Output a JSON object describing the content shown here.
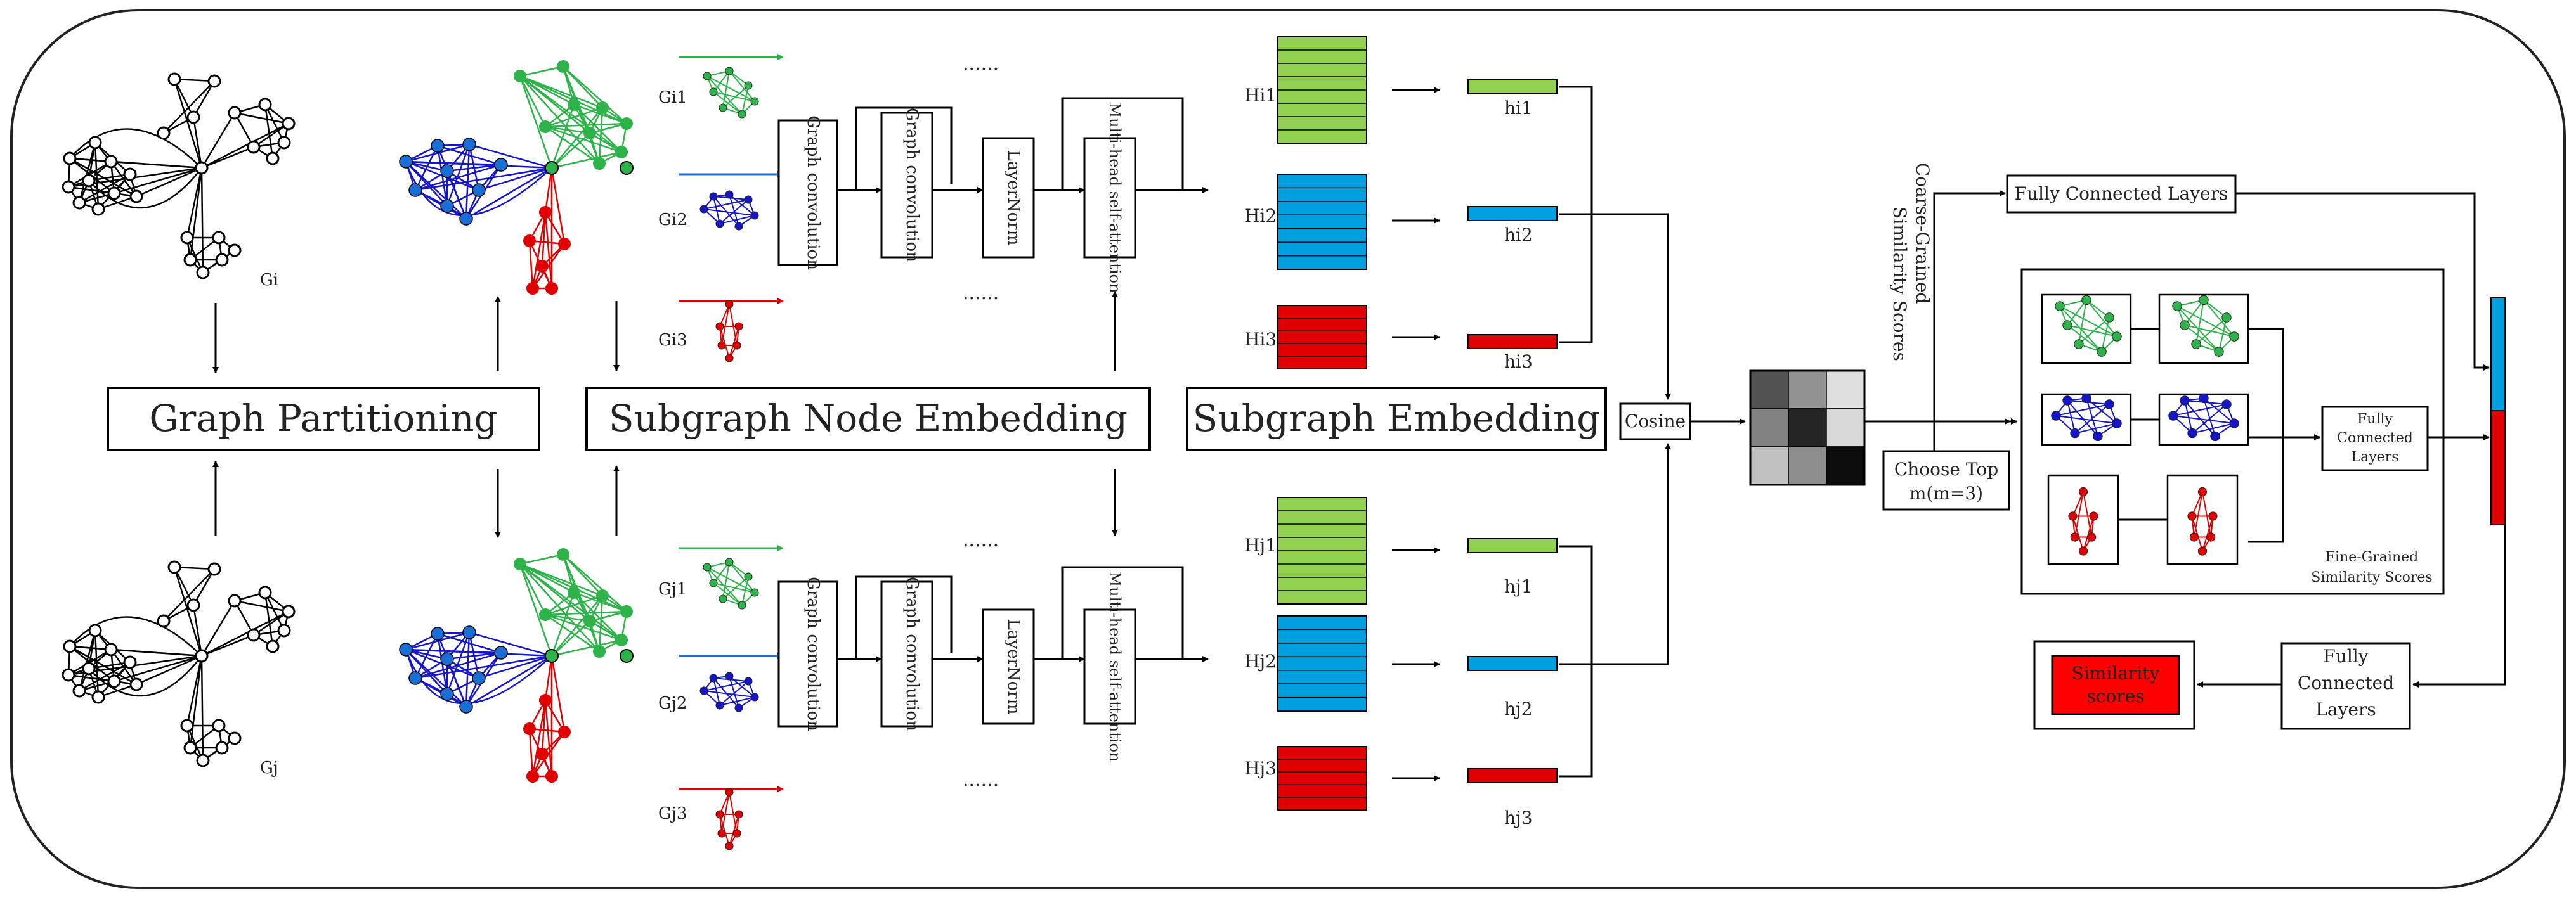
{
  "graph_labels": {
    "gi": "Gi",
    "gj": "Gj",
    "gi1": "Gi1",
    "gi2": "Gi2",
    "gi3": "Gi3",
    "gj1": "Gj1",
    "gj2": "Gj2",
    "gj3": "Gj3"
  },
  "stages": {
    "partitioning": "Graph Partitioning",
    "node_embedding": "Subgraph Node Embedding",
    "subgraph_embedding": "Subgraph Embedding"
  },
  "modules": {
    "graph_convolution_1": "Graph convolution",
    "graph_convolution_2": "Graph convolution",
    "layernorm": "LayerNorm",
    "mhsa": "Multi-head self-attention",
    "ellipsis": "......"
  },
  "embeddings": {
    "Hi1": "Hi1",
    "Hi2": "Hi2",
    "Hi3": "Hi3",
    "Hj1": "Hj1",
    "Hj2": "Hj2",
    "Hj3": "Hj3",
    "hi1": "hi1",
    "hi2": "hi2",
    "hi3": "hi3",
    "hj1": "hj1",
    "hj2": "hj2",
    "hj3": "hj3"
  },
  "right": {
    "cosine": "Cosine",
    "choose_top_line1": "Choose Top",
    "choose_top_line2": "m(m=3)",
    "fc_top": "Fully Connected Layers",
    "coarse_line1": "Coarse-Grained",
    "coarse_line2": "Similarity Scores",
    "fc_mid_line1": "Fully",
    "fc_mid_line2": "Connected",
    "fc_mid_line3": "Layers",
    "fine_line1": "Fine-Grained",
    "fine_line2": "Similarity Scores",
    "fc_bottom_line1": "Fully",
    "fc_bottom_line2": "Connected",
    "fc_bottom_line3": "Layers",
    "similarity_line1": "Similarity",
    "similarity_line2": "scores"
  },
  "colors": {
    "green": "#2db34a",
    "light_green": "#92d050",
    "blue": "#1414c8",
    "cyan": "#00a0e0",
    "red": "#e00000"
  },
  "similarity_matrix": [
    [
      0.35,
      0.62,
      0.95
    ],
    [
      0.55,
      0.15,
      0.92
    ],
    [
      0.82,
      0.6,
      0.05
    ]
  ]
}
